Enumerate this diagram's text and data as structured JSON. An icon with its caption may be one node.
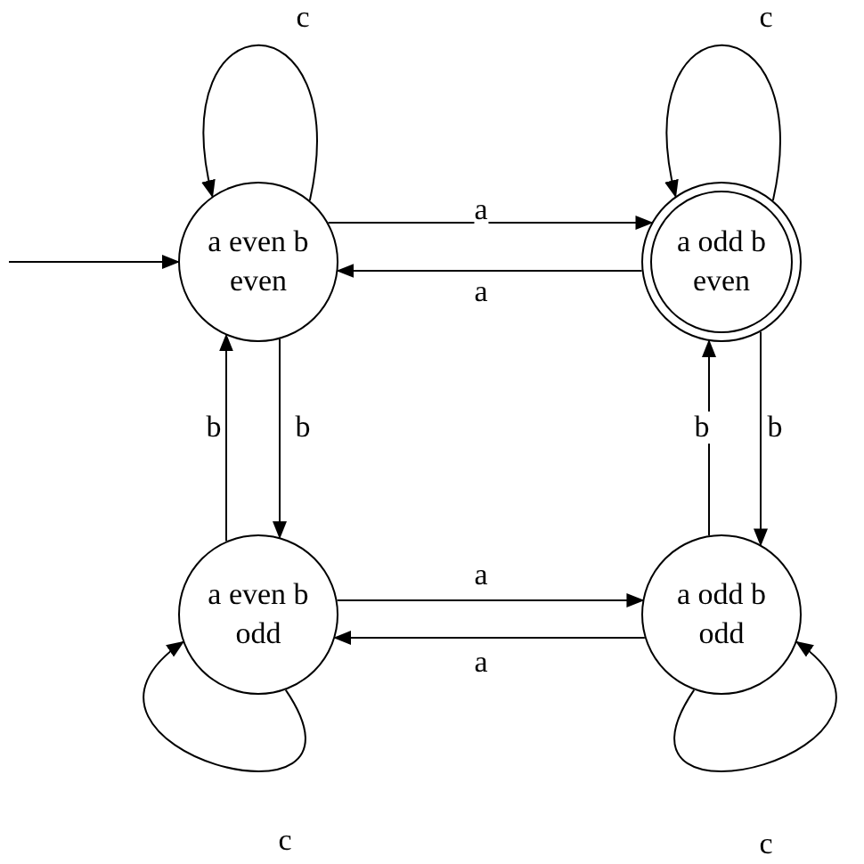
{
  "diagram": {
    "nodes": [
      {
        "text": [
          "a even b even"
        ]
      },
      {
        "text": [
          "a odd b even"
        ]
      },
      {
        "text": [
          "a even b odd"
        ]
      },
      {
        "text": [
          "a odd b odd"
        ]
      }
    ],
    "edges": [
      {
        "from": null,
        "to": 0,
        "arrow": "to"
      },
      {
        "from": 0,
        "to": 0,
        "arrow": "to",
        "label": "c"
      },
      {
        "from": 1,
        "to": 1,
        "arrow": "to",
        "label": "c"
      },
      {
        "from": 2,
        "to": 2,
        "arrow": "to",
        "label": "c"
      },
      {
        "from": 3,
        "to": 3,
        "arrow": "to",
        "label": "c"
      },
      {
        "from": 0,
        "to": 1,
        "arrow": "to",
        "label": "a"
      },
      {
        "from": 1,
        "to": 0,
        "arrow": "to",
        "label": "a"
      },
      {
        "from": 0,
        "to": 2,
        "arrow": "to",
        "label": "b"
      },
      {
        "from": 2,
        "to": 0,
        "arrow": "to",
        "label": "b"
      },
      {
        "from": 1,
        "to": 3,
        "arrow": "to",
        "label": "b"
      },
      {
        "from": 3,
        "to": 1,
        "arrow": "to",
        "label": "b"
      },
      {
        "from": 2,
        "to": 3,
        "arrow": "to",
        "label": "a"
      },
      {
        "from": 3,
        "to": 2,
        "arrow": "to",
        "label": "a"
      }
    ]
  }
}
